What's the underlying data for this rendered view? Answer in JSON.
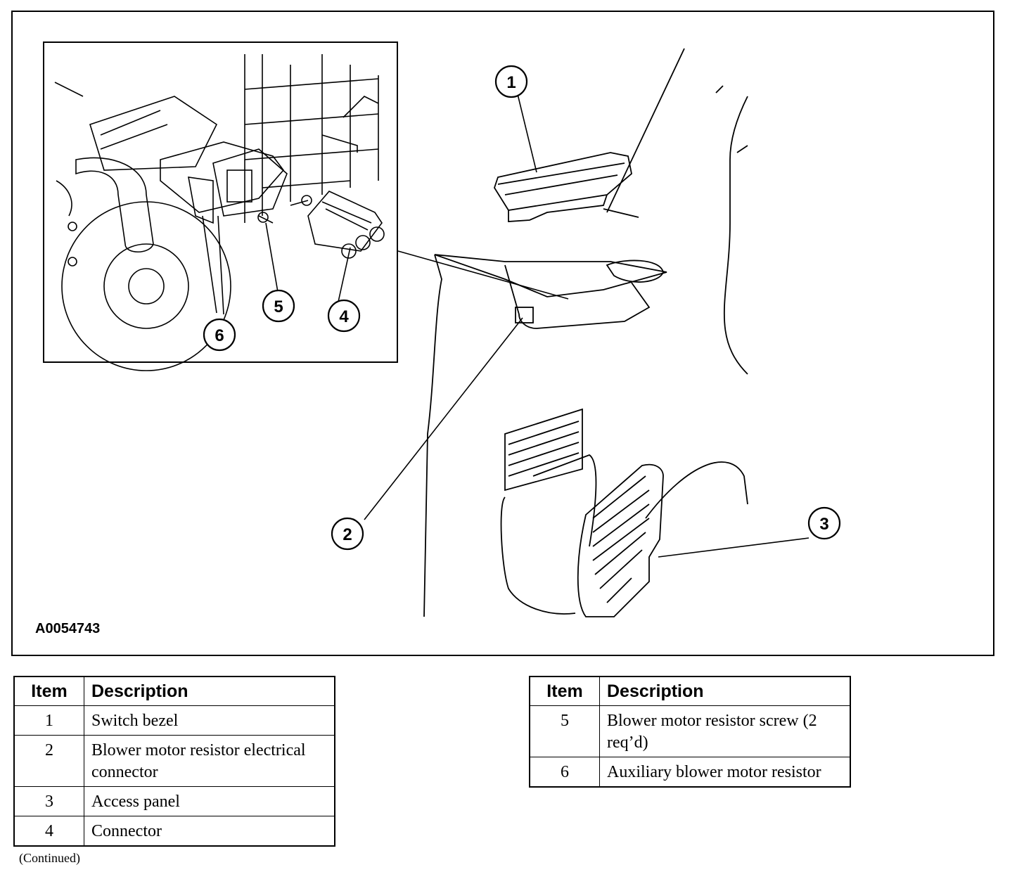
{
  "figure": {
    "id": "A0054743",
    "callouts": [
      "1",
      "2",
      "3",
      "4",
      "5",
      "6"
    ]
  },
  "legend": {
    "header_item": "Item",
    "header_description": "Description",
    "left_rows": [
      {
        "item": "1",
        "description": "Switch bezel"
      },
      {
        "item": "2",
        "description": "Blower motor resistor electrical connector"
      },
      {
        "item": "3",
        "description": "Access panel"
      },
      {
        "item": "4",
        "description": "Connector"
      }
    ],
    "right_rows": [
      {
        "item": "5",
        "description": "Blower motor resistor screw (2 req’d)"
      },
      {
        "item": "6",
        "description": "Auxiliary blower motor resistor"
      }
    ]
  },
  "footer": {
    "continued": "(Continued)"
  }
}
